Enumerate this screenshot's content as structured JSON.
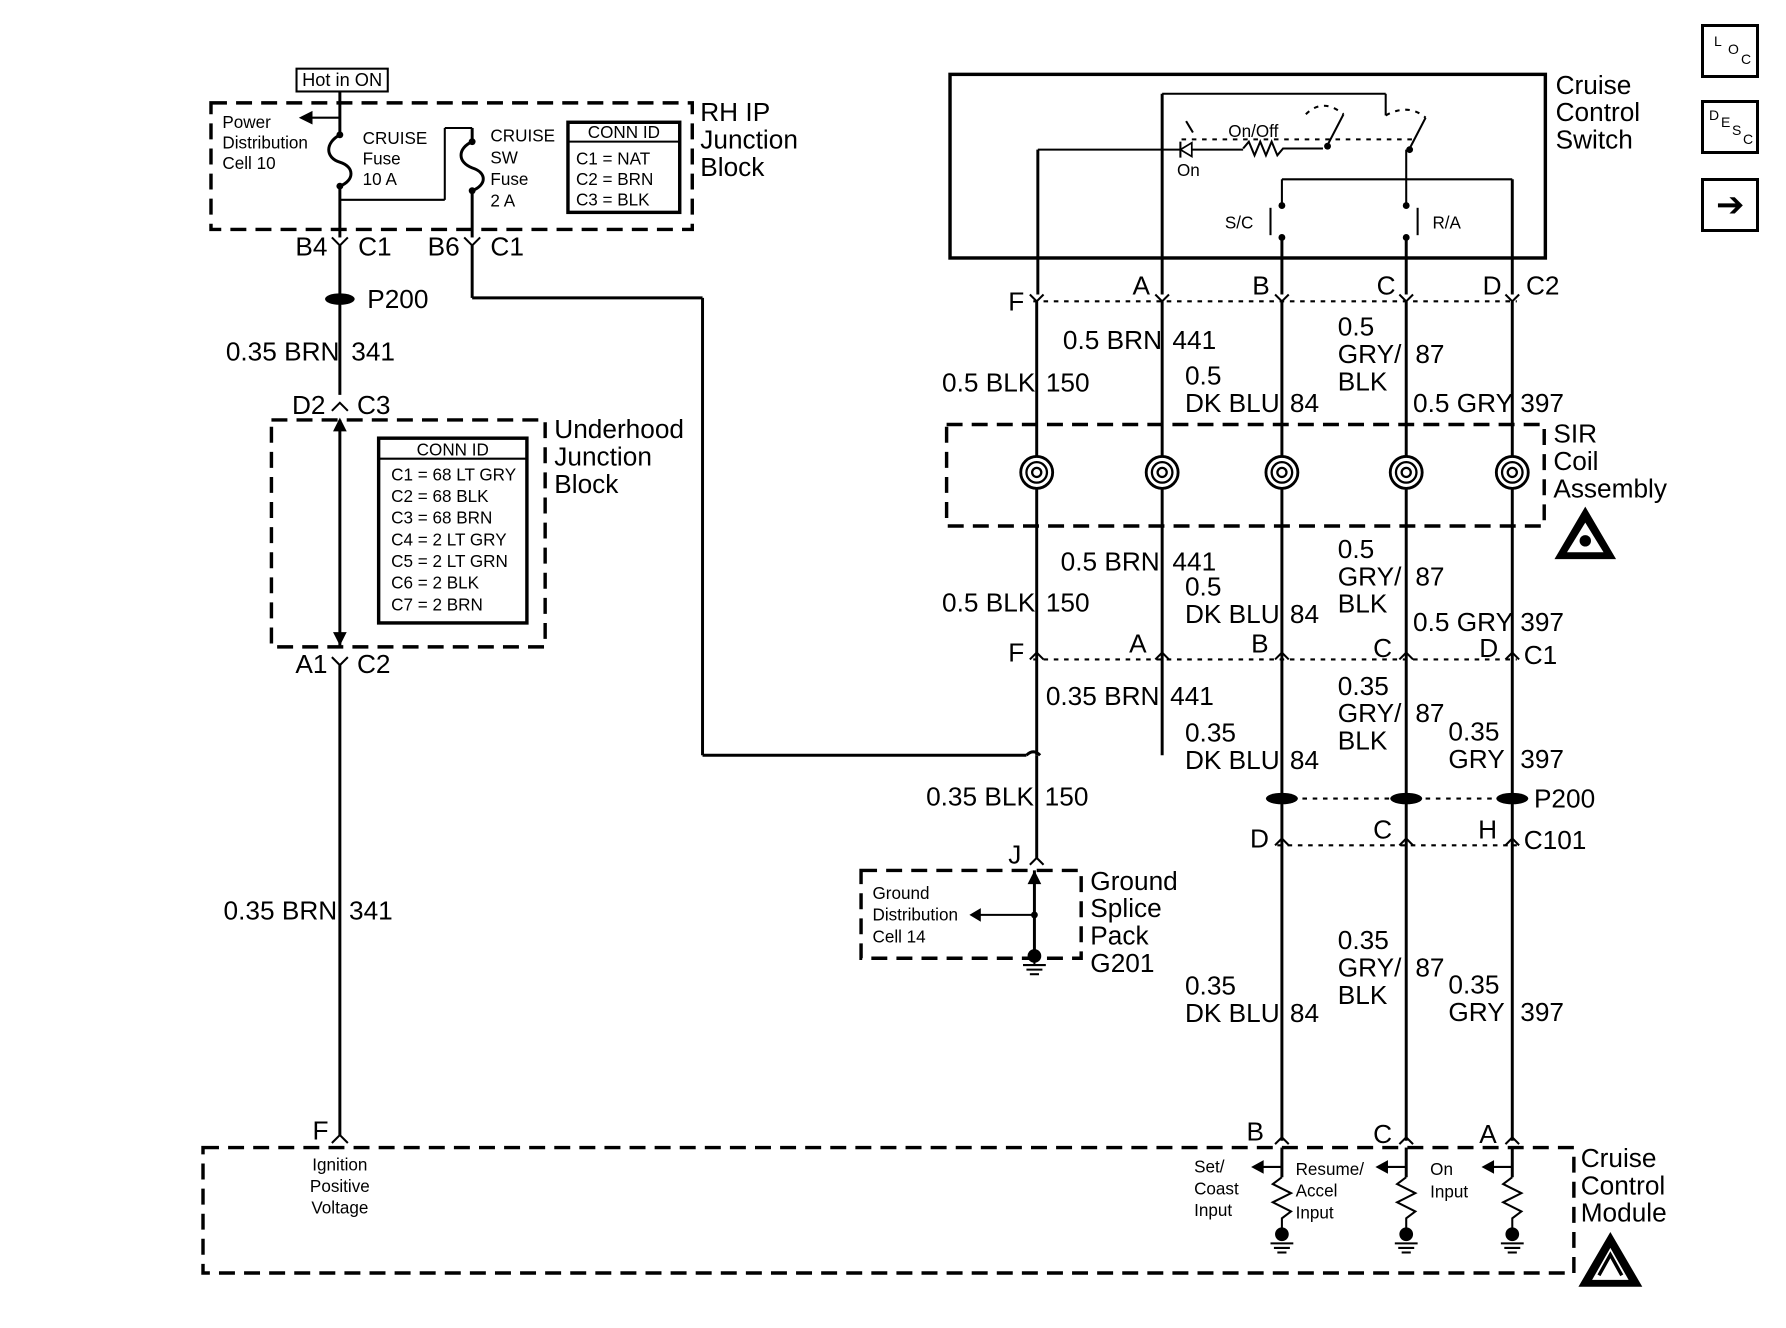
{
  "nav": {
    "loc_letters": [
      "L",
      "O",
      "C"
    ],
    "desc_letters": [
      "D",
      "E",
      "S",
      "C"
    ],
    "next_glyph": "➔"
  },
  "hot_label": "Hot in ON",
  "rh_ip": {
    "name": [
      "RH IP",
      "Junction",
      "Block"
    ],
    "power_dist": [
      "Power",
      "Distribution",
      "Cell 10"
    ],
    "fuse1": [
      "CRUISE",
      "Fuse",
      "10 A"
    ],
    "fuse2": [
      "CRUISE",
      "SW",
      "Fuse",
      "2 A"
    ],
    "conn_title": "CONN ID",
    "conn": [
      "C1 = NAT",
      "C2 = BRN",
      "C3 = BLK"
    ],
    "pins": [
      "B4",
      "C1",
      "B6",
      "C1"
    ]
  },
  "p200_top": "P200",
  "wire341": {
    "gauge": "0.35 BRN",
    "circuit": "341"
  },
  "uh": {
    "name": [
      "Underhood",
      "Junction",
      "Block"
    ],
    "conn_title": "CONN ID",
    "conn": [
      "C1 = 68 LT GRY",
      "C2 = 68 BLK",
      "C3 = 68 BRN",
      "C4 = 2 LT GRY",
      "C5 = 2 LT GRN",
      "C6 = 2 BLK",
      "C7 = 2 BRN"
    ],
    "pins_top": [
      "D2",
      "C3"
    ],
    "pins_bot": [
      "A1",
      "C2"
    ]
  },
  "ccs": {
    "name": [
      "Cruise",
      "Control",
      "Switch"
    ],
    "onoff": "On/Off",
    "on": "On",
    "sc": "S/C",
    "ra": "R/A",
    "pins": [
      "F",
      "A",
      "B",
      "C",
      "D"
    ],
    "conn": "C2"
  },
  "sir": {
    "name": [
      "SIR",
      "Coil",
      "Assembly"
    ],
    "pins": [
      "F",
      "A",
      "B",
      "C",
      "D"
    ],
    "conn": "C1"
  },
  "wires_upper": [
    {
      "gauge": "0.5 BLK",
      "circuit": "150"
    },
    {
      "gauge": "0.5 BRN",
      "circuit": "441"
    },
    {
      "gauge": [
        "0.5",
        "DK BLU"
      ],
      "circuit": "84"
    },
    {
      "gauge": [
        "0.5",
        "GRY/",
        "BLK"
      ],
      "circuit": "87"
    },
    {
      "gauge": "0.5 GRY",
      "circuit": "397"
    }
  ],
  "wires_mid": [
    {
      "gauge": "0.5 BLK",
      "circuit": "150"
    },
    {
      "gauge": "0.5 BRN",
      "circuit": "441"
    },
    {
      "gauge": [
        "0.5",
        "DK BLU"
      ],
      "circuit": "84"
    },
    {
      "gauge": [
        "0.5",
        "GRY/",
        "BLK"
      ],
      "circuit": "87"
    },
    {
      "gauge": "0.5 GRY",
      "circuit": "397"
    }
  ],
  "wires_lower": [
    {
      "gauge": "0.35 BRN",
      "circuit": "441"
    },
    {
      "gauge": [
        "0.35",
        "DK BLU"
      ],
      "circuit": "84"
    },
    {
      "gauge": [
        "0.35",
        "GRY/",
        "BLK"
      ],
      "circuit": "87"
    },
    {
      "gauge": [
        "0.35",
        "GRY"
      ],
      "circuit": "397"
    }
  ],
  "wire150_lower": {
    "gauge": "0.35 BLK",
    "circuit": "150"
  },
  "p200_right": "P200",
  "c101": {
    "conn": "C101",
    "pins": [
      "D",
      "C",
      "H"
    ]
  },
  "gsp": {
    "name": [
      "Ground",
      "Splice",
      "Pack",
      "G201"
    ],
    "inner": [
      "Ground",
      "Distribution",
      "Cell 14"
    ],
    "pin": "J"
  },
  "wires_bottom": [
    {
      "gauge": [
        "0.35",
        "DK BLU"
      ],
      "circuit": "84"
    },
    {
      "gauge": [
        "0.35",
        "GRY/",
        "BLK"
      ],
      "circuit": "87"
    },
    {
      "gauge": [
        "0.35",
        "GRY"
      ],
      "circuit": "397"
    }
  ],
  "ccm": {
    "name": [
      "Cruise",
      "Control",
      "Module"
    ],
    "ign": [
      "Ignition",
      "Positive",
      "Voltage"
    ],
    "ign_pin": "F",
    "pins": [
      "B",
      "C",
      "A"
    ],
    "set": [
      "Set/",
      "Coast",
      "Input"
    ],
    "res": [
      "Resume/",
      "Accel",
      "Input"
    ],
    "on": [
      "On",
      "Input"
    ]
  }
}
